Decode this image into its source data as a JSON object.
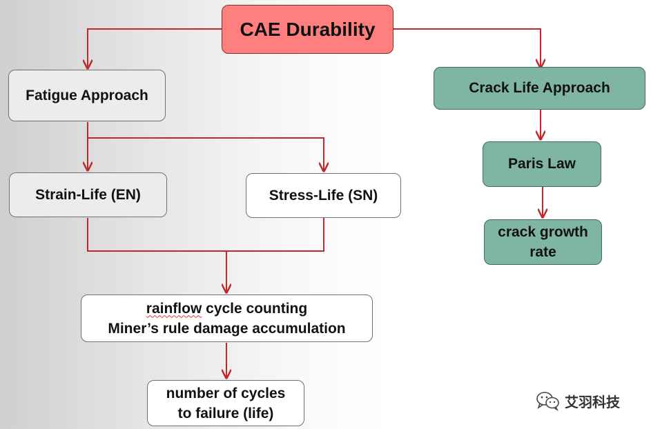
{
  "diagram": {
    "root": "CAE Durability",
    "fatigue": {
      "label": "Fatigue Approach",
      "strain_life": "Strain-Life (EN)",
      "stress_life": "Stress-Life (SN)",
      "process_line1_word1": "rainflow",
      "process_line1_rest": " cycle counting",
      "process_line2": "Miner’s rule damage accumulation",
      "result_line1": "number of cycles",
      "result_line2": "to failure (life)"
    },
    "crack": {
      "label": "Crack Life Approach",
      "paris": "Paris Law",
      "growth_line1": "crack growth",
      "growth_line2": "rate"
    }
  },
  "watermark": {
    "text": "艾羽科技",
    "icon": "wechat-icon"
  },
  "colors": {
    "connector": "#c0282d",
    "root_fill": "#ff7f7f",
    "crack_fill": "#7fb5a5",
    "fatigue_fill": "#ececec"
  }
}
